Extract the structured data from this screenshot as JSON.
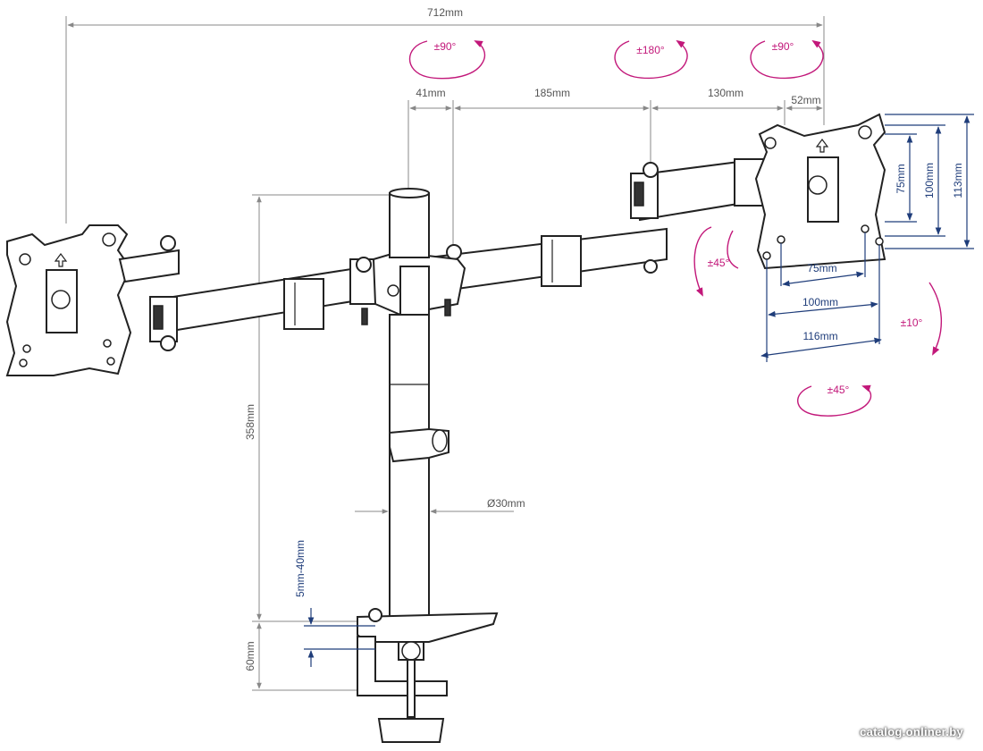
{
  "dimensions": {
    "total_width": "712mm",
    "arm_41": "41mm",
    "arm_185": "185mm",
    "arm_130": "130mm",
    "offset_52": "52mm",
    "pole_height": "358mm",
    "pole_diameter": "Ø30mm",
    "clamp_height": "60mm",
    "desk_thickness": "5mm-40mm",
    "vesa_75_h": "75mm",
    "vesa_100_h": "100mm",
    "plate_113_h": "113mm",
    "vesa_75_w": "75mm",
    "vesa_100_w": "100mm",
    "plate_116_w": "116mm"
  },
  "rotations": {
    "left_swivel": "±90°",
    "mid_swivel": "±180°",
    "right_swivel": "±90°",
    "rotate": "±45°",
    "tilt": "±10°",
    "bottom_swivel": "±45°"
  },
  "colors": {
    "dimension": "#888888",
    "vesa_dimension": "#1f3d7a",
    "rotation": "#c2187a"
  },
  "watermark": "catalog.onliner.by"
}
